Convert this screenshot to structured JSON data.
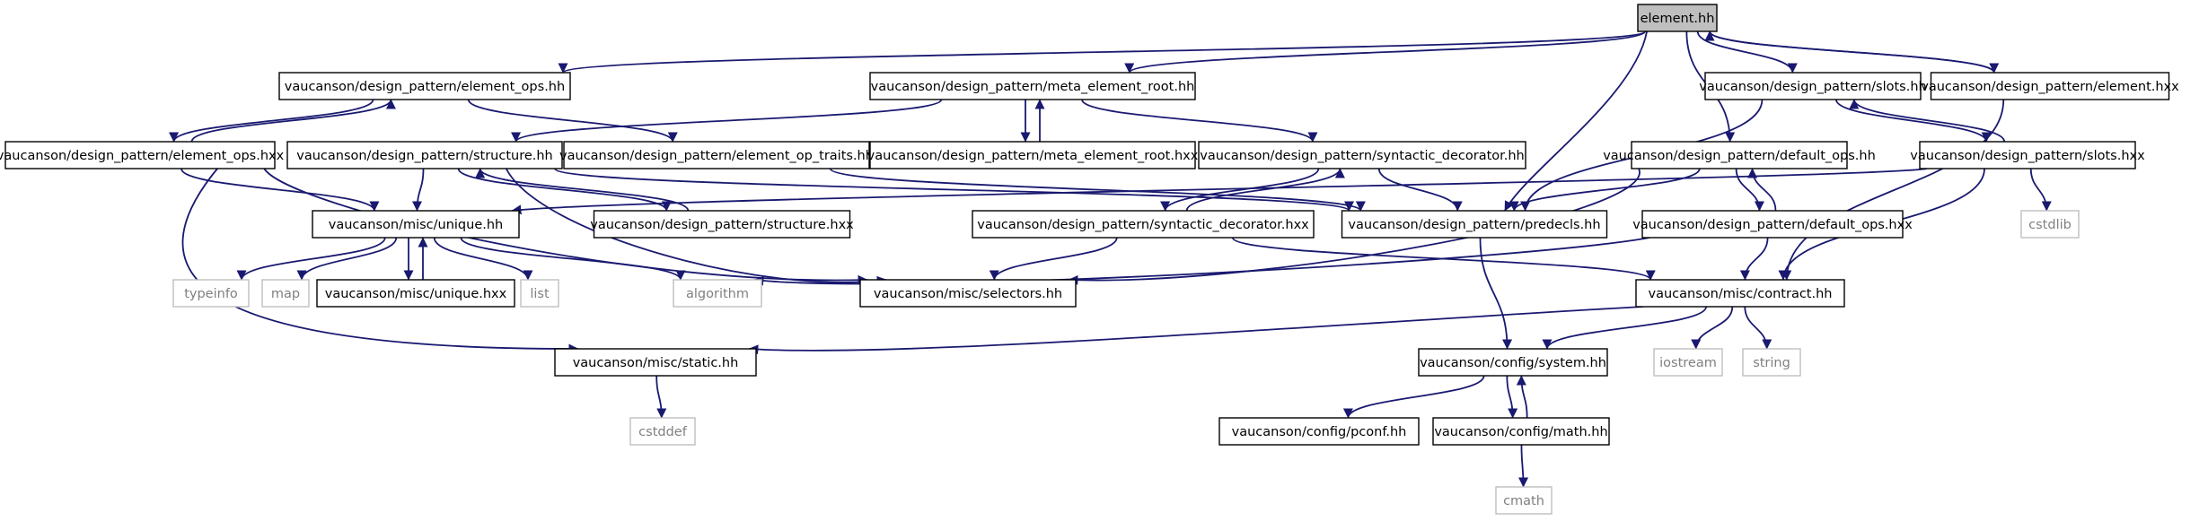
{
  "diagram": {
    "colors": {
      "edge": "#191970",
      "node_border": "#000000",
      "external_border": "#bfbfbf",
      "external_text": "#808080",
      "root_fill": "#bfbfbf",
      "node_fill": "#ffffff"
    },
    "nodes": [
      {
        "id": "element_hh",
        "label": "element.hh",
        "kind": "root"
      },
      {
        "id": "ops_hh",
        "label": "vaucanson/design_pattern/element_ops.hh",
        "kind": "file"
      },
      {
        "id": "meta_hh",
        "label": "vaucanson/design_pattern/meta_element_root.hh",
        "kind": "file"
      },
      {
        "id": "slots_hh",
        "label": "vaucanson/design_pattern/slots.hh",
        "kind": "file"
      },
      {
        "id": "elem_hxx",
        "label": "vaucanson/design_pattern/element.hxx",
        "kind": "file"
      },
      {
        "id": "ops_hxx",
        "label": "vaucanson/design_pattern/element_ops.hxx",
        "kind": "file"
      },
      {
        "id": "struct_hh",
        "label": "vaucanson/design_pattern/structure.hh",
        "kind": "file"
      },
      {
        "id": "traits_hh",
        "label": "vaucanson/design_pattern/element_op_traits.hh",
        "kind": "file"
      },
      {
        "id": "meta_hxx",
        "label": "vaucanson/design_pattern/meta_element_root.hxx",
        "kind": "file"
      },
      {
        "id": "synt_hh",
        "label": "vaucanson/design_pattern/syntactic_decorator.hh",
        "kind": "file"
      },
      {
        "id": "defops_hh",
        "label": "vaucanson/design_pattern/default_ops.hh",
        "kind": "file"
      },
      {
        "id": "slots_hxx",
        "label": "vaucanson/design_pattern/slots.hxx",
        "kind": "file"
      },
      {
        "id": "unique_hh",
        "label": "vaucanson/misc/unique.hh",
        "kind": "file"
      },
      {
        "id": "struct_hxx",
        "label": "vaucanson/design_pattern/structure.hxx",
        "kind": "file"
      },
      {
        "id": "synt_hxx",
        "label": "vaucanson/design_pattern/syntactic_decorator.hxx",
        "kind": "file"
      },
      {
        "id": "predecls",
        "label": "vaucanson/design_pattern/predecls.hh",
        "kind": "file"
      },
      {
        "id": "defops_hxx",
        "label": "vaucanson/design_pattern/default_ops.hxx",
        "kind": "file"
      },
      {
        "id": "cstdlib",
        "label": "cstdlib",
        "kind": "external"
      },
      {
        "id": "typeinfo",
        "label": "typeinfo",
        "kind": "external"
      },
      {
        "id": "map",
        "label": "map",
        "kind": "external"
      },
      {
        "id": "unique_hxx",
        "label": "vaucanson/misc/unique.hxx",
        "kind": "file"
      },
      {
        "id": "list",
        "label": "list",
        "kind": "external"
      },
      {
        "id": "algorithm",
        "label": "algorithm",
        "kind": "external"
      },
      {
        "id": "selectors",
        "label": "vaucanson/misc/selectors.hh",
        "kind": "file"
      },
      {
        "id": "contract",
        "label": "vaucanson/misc/contract.hh",
        "kind": "file"
      },
      {
        "id": "static_hh",
        "label": "vaucanson/misc/static.hh",
        "kind": "file"
      },
      {
        "id": "system",
        "label": "vaucanson/config/system.hh",
        "kind": "file"
      },
      {
        "id": "iostream",
        "label": "iostream",
        "kind": "external"
      },
      {
        "id": "string",
        "label": "string",
        "kind": "external"
      },
      {
        "id": "cstddef",
        "label": "cstddef",
        "kind": "external"
      },
      {
        "id": "pconf",
        "label": "vaucanson/config/pconf.hh",
        "kind": "file"
      },
      {
        "id": "math",
        "label": "vaucanson/config/math.hh",
        "kind": "file"
      },
      {
        "id": "cmath",
        "label": "cmath",
        "kind": "external"
      }
    ],
    "edges": [
      {
        "from": "element_hh",
        "to": "ops_hh"
      },
      {
        "from": "element_hh",
        "to": "meta_hh"
      },
      {
        "from": "element_hh",
        "to": "predecls"
      },
      {
        "from": "element_hh",
        "to": "slots_hh"
      },
      {
        "from": "element_hh",
        "to": "defops_hh"
      },
      {
        "from": "element_hh",
        "to": "elem_hxx"
      },
      {
        "from": "elem_hxx",
        "to": "element_hh"
      },
      {
        "from": "elem_hxx",
        "to": "contract"
      },
      {
        "from": "ops_hh",
        "to": "ops_hxx"
      },
      {
        "from": "ops_hxx",
        "to": "ops_hh"
      },
      {
        "from": "ops_hh",
        "to": "traits_hh"
      },
      {
        "from": "ops_hxx",
        "to": "unique_hh"
      },
      {
        "from": "ops_hxx",
        "to": "selectors"
      },
      {
        "from": "ops_hxx",
        "to": "static_hh"
      },
      {
        "from": "meta_hh",
        "to": "struct_hh"
      },
      {
        "from": "meta_hh",
        "to": "meta_hxx"
      },
      {
        "from": "meta_hxx",
        "to": "meta_hh"
      },
      {
        "from": "meta_hh",
        "to": "synt_hh"
      },
      {
        "from": "struct_hh",
        "to": "unique_hh"
      },
      {
        "from": "struct_hh",
        "to": "struct_hxx"
      },
      {
        "from": "struct_hxx",
        "to": "struct_hh"
      },
      {
        "from": "struct_hh",
        "to": "predecls"
      },
      {
        "from": "struct_hh",
        "to": "selectors"
      },
      {
        "from": "traits_hh",
        "to": "predecls"
      },
      {
        "from": "synt_hh",
        "to": "synt_hxx"
      },
      {
        "from": "synt_hxx",
        "to": "synt_hh"
      },
      {
        "from": "synt_hh",
        "to": "predecls"
      },
      {
        "from": "synt_hxx",
        "to": "selectors"
      },
      {
        "from": "synt_hxx",
        "to": "contract"
      },
      {
        "from": "slots_hh",
        "to": "slots_hxx"
      },
      {
        "from": "slots_hxx",
        "to": "slots_hh"
      },
      {
        "from": "slots_hh",
        "to": "predecls"
      },
      {
        "from": "slots_hxx",
        "to": "unique_hh"
      },
      {
        "from": "slots_hxx",
        "to": "cstdlib"
      },
      {
        "from": "slots_hxx",
        "to": "contract"
      },
      {
        "from": "defops_hh",
        "to": "predecls"
      },
      {
        "from": "defops_hh",
        "to": "defops_hxx"
      },
      {
        "from": "defops_hxx",
        "to": "defops_hh"
      },
      {
        "from": "defops_hh",
        "to": "selectors"
      },
      {
        "from": "defops_hxx",
        "to": "algorithm"
      },
      {
        "from": "defops_hxx",
        "to": "contract"
      },
      {
        "from": "unique_hh",
        "to": "typeinfo"
      },
      {
        "from": "unique_hh",
        "to": "map"
      },
      {
        "from": "unique_hh",
        "to": "unique_hxx"
      },
      {
        "from": "unique_hxx",
        "to": "unique_hh"
      },
      {
        "from": "unique_hh",
        "to": "list"
      },
      {
        "from": "unique_hh",
        "to": "algorithm"
      },
      {
        "from": "predecls",
        "to": "system"
      },
      {
        "from": "contract",
        "to": "static_hh"
      },
      {
        "from": "contract",
        "to": "system"
      },
      {
        "from": "contract",
        "to": "iostream"
      },
      {
        "from": "contract",
        "to": "string"
      },
      {
        "from": "static_hh",
        "to": "cstddef"
      },
      {
        "from": "system",
        "to": "pconf"
      },
      {
        "from": "system",
        "to": "math"
      },
      {
        "from": "math",
        "to": "system"
      },
      {
        "from": "math",
        "to": "cmath"
      }
    ]
  }
}
